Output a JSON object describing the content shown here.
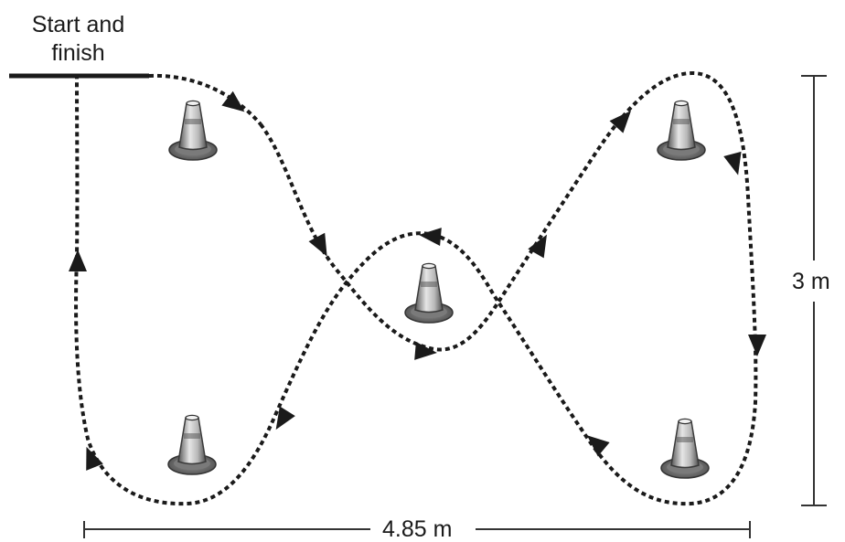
{
  "start_label_line1": "Start and",
  "start_label_line2": "finish",
  "height_label": "3 m",
  "width_label": "4.85 m",
  "colors": {
    "path": "#1a1a1a",
    "cone_light": "#e4e4e4",
    "cone_dark": "#5a5a5a",
    "background": "#ffffff"
  },
  "icons": [
    "traffic-cone-icon",
    "direction-arrow-icon"
  ]
}
